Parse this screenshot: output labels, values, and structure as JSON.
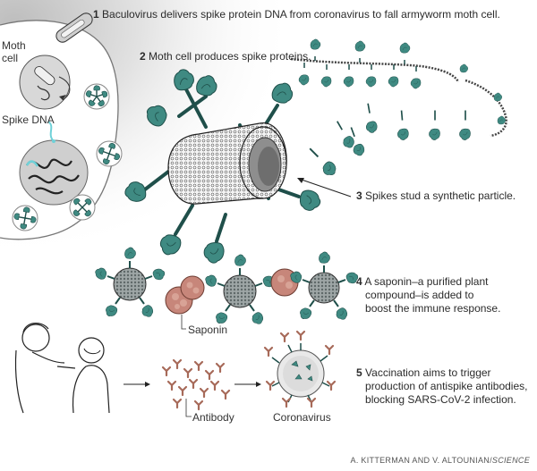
{
  "steps": [
    {
      "num": "1",
      "lines": [
        "Baculovirus delivers spike protein DNA from coronavirus to fall armyworm moth cell."
      ]
    },
    {
      "num": "2",
      "lines": [
        "Moth cell produces spike proteins."
      ]
    },
    {
      "num": "3",
      "lines": [
        "Spikes stud a synthetic particle."
      ]
    },
    {
      "num": "4",
      "lines": [
        "A saponin–a purified plant",
        "compound–is added to",
        "boost the immune response."
      ]
    },
    {
      "num": "5",
      "lines": [
        "Vaccination aims to trigger",
        "production of antispike antibodies,",
        "blocking SARS-CoV-2 infection."
      ]
    }
  ],
  "labels": {
    "moth_cell": [
      "Moth",
      "cell"
    ],
    "spike_dna": "Spike DNA",
    "saponin": "Saponin",
    "antibody": "Antibody",
    "coronavirus": "Coronavirus"
  },
  "credit": {
    "authors": "A. KITTERMAN AND V. ALTOUNIAN/",
    "publication": "SCIENCE"
  },
  "colors": {
    "spike": "#3f8a82",
    "spike_dark": "#1f4f4a",
    "saponin": "#c7867a",
    "antibody": "#c48f7e",
    "dna_highlight": "#6fd1d8",
    "gray_shade": "#d9d9d9"
  }
}
